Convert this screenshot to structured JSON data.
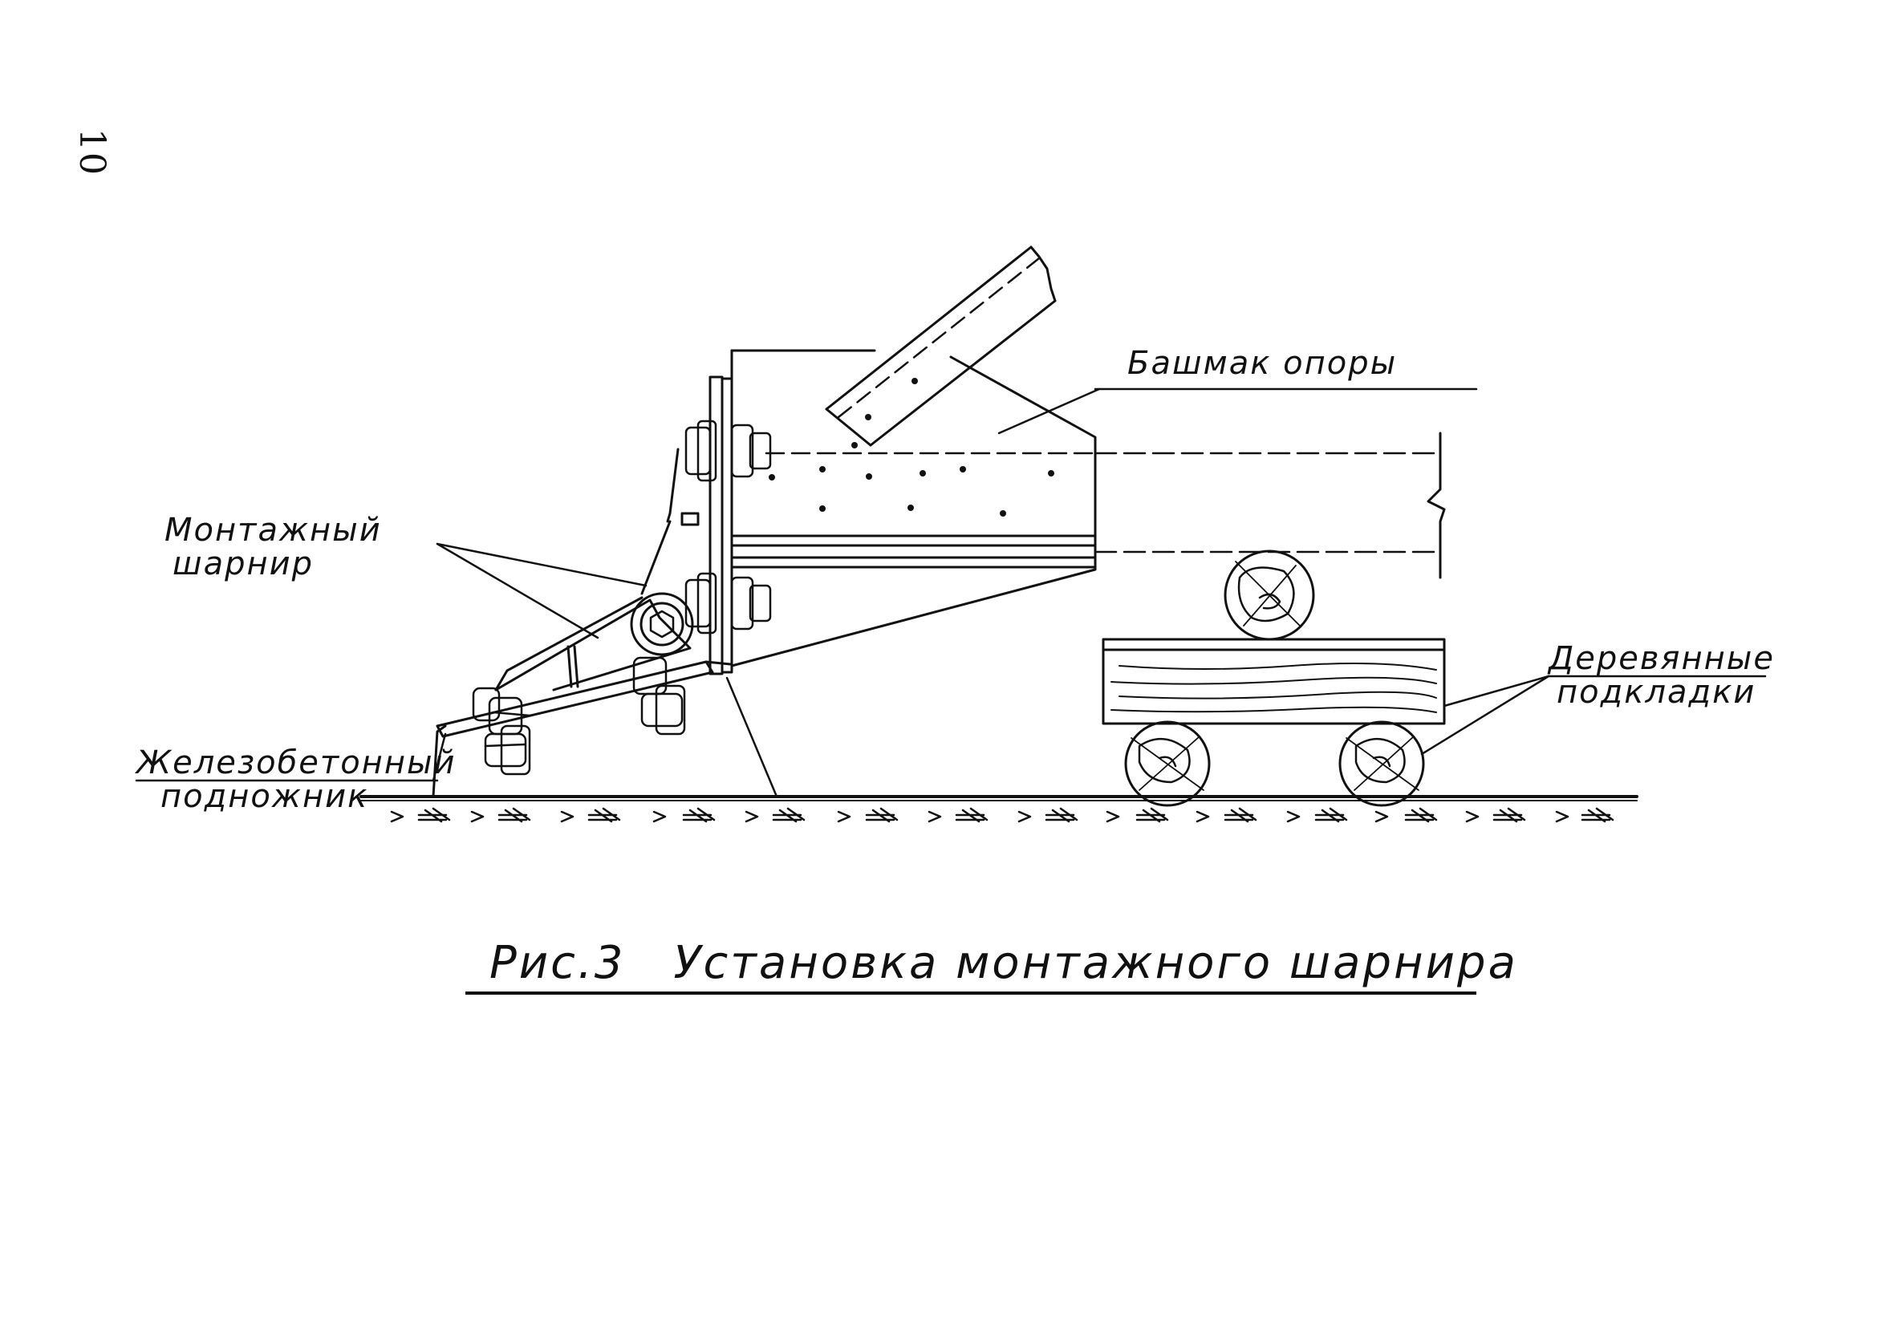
{
  "page": {
    "number": "10"
  },
  "labels": {
    "mounting_hinge_line1": "Монтажный",
    "mounting_hinge_line2": "шарнир",
    "support_shoe": "Башмак опоры",
    "wooden_pads_line1": "Деревянные",
    "wooden_pads_line2": "подкладки",
    "concrete_footing_line1": "Железобетонный",
    "concrete_footing_line2": "подножник"
  },
  "caption": {
    "figure": "Рис.3",
    "text": "Установка монтажного шарнира"
  }
}
